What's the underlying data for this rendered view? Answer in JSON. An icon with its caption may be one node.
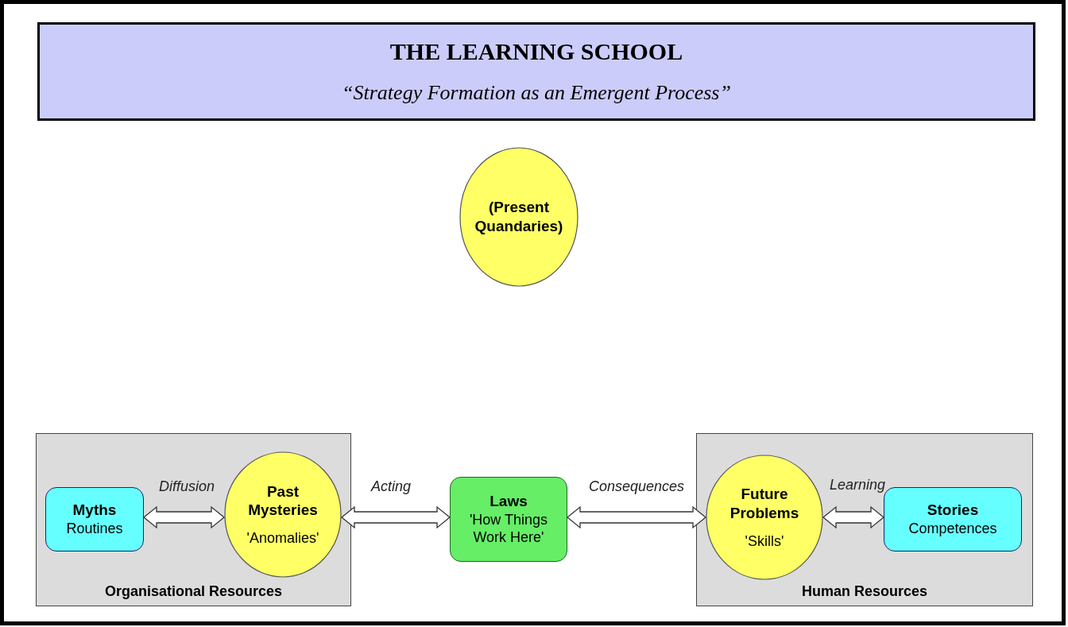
{
  "diagram": {
    "nodes": [
      {
        "text": [
          "THE LEARNING SCHOOL",
          "“Strategy Formation as an Emergent Process”"
        ]
      },
      {
        "text": [
          "(Present Quandaries)"
        ]
      },
      {
        "text": [
          "Organisational Resources"
        ]
      },
      {
        "text": [
          "Myths",
          "Routines"
        ],
        "in": 2
      },
      {
        "text": [
          "Past Mysteries",
          "'Anomalies'"
        ],
        "in": 2
      },
      {
        "text": [
          "Laws",
          "'How Things Work Here'"
        ]
      },
      {
        "text": [
          "Human Resources"
        ]
      },
      {
        "text": [
          "Future Problems",
          "'Skills'"
        ],
        "in": 6
      },
      {
        "text": [
          "Stories",
          "Competences"
        ],
        "in": 6
      }
    ],
    "edges": [
      {
        "from": 3,
        "to": 4,
        "arrow": "both",
        "label": "Diffusion"
      },
      {
        "from": 4,
        "to": 5,
        "arrow": "both",
        "label": "Acting"
      },
      {
        "from": 5,
        "to": 7,
        "arrow": "both",
        "label": "Consequences"
      },
      {
        "from": 7,
        "to": 8,
        "arrow": "both",
        "label": "Learning"
      }
    ]
  }
}
